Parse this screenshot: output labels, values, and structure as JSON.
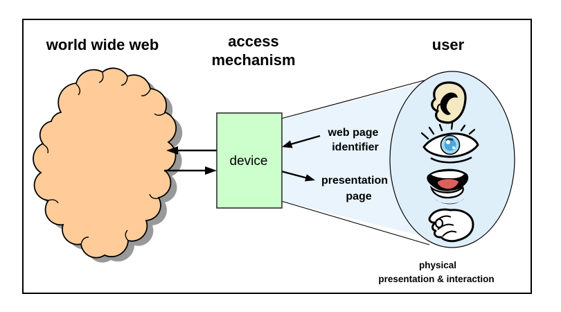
{
  "diagram_title": "web access mechanism diagram",
  "labels": {
    "www": "world wide web",
    "access_line1": "access",
    "access_line2": "mechanism",
    "user": "user",
    "device": "device",
    "identifier_line1": "web page",
    "identifier_line2": "identifier",
    "presentation_line1": "presentation",
    "presentation_line2": "page",
    "physical_line1": "physical",
    "physical_line2": "presentation & interaction"
  },
  "icons": {
    "ear": "ear-icon",
    "eye": "eye-icon",
    "mouth": "mouth-icon",
    "hand": "hand-icon"
  },
  "colors": {
    "frame_border": "#000000",
    "cloud_fill": "#FFCC99",
    "cloud_shadow": "#999999",
    "device_fill": "#CCFFCC",
    "device_border": "#2E2E2E",
    "cone_fill": "#E9F4FC",
    "ellipse_fill": "#DFEFFA",
    "arrow_color": "#000000",
    "ear_fill": "#F4E9C2",
    "iris_outer": "#9FD9EE",
    "iris_inner": "#4BA8DC",
    "tongue_fill": "#DD5F5C",
    "hand_fill": "#FFFFFF"
  }
}
